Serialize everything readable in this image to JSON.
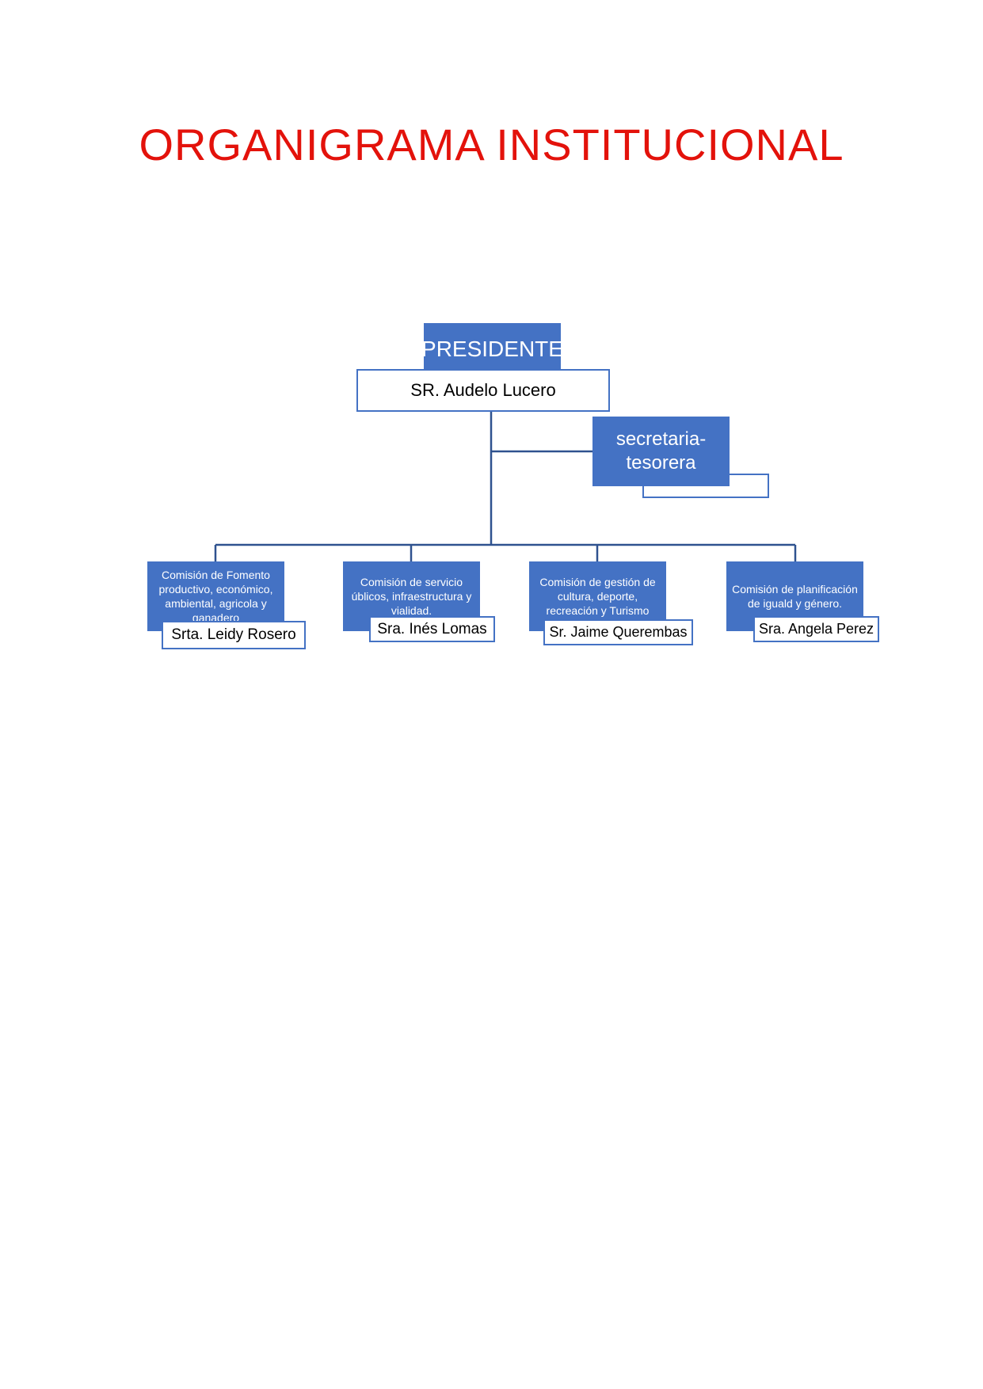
{
  "title": "ORGANIGRAMA INSTITUCIONAL",
  "colors": {
    "title": "#e3120b",
    "box": "#4472c4",
    "line": "#2f528f"
  },
  "president": {
    "role": "PRESIDENTE",
    "name": "SR. Audelo Lucero"
  },
  "secretary": {
    "role": "secretaria-\ntesorera"
  },
  "commissions": [
    {
      "title": "Comisión de Fomento productivo, económico, ambiental, agricola y ganadero",
      "name": "Srta. Leidy Rosero"
    },
    {
      "title": "Comisión de servicio úblicos, infraestructura y vialidad.",
      "name": "Sra. Inés Lomas"
    },
    {
      "title": "Comisión de gestión de cultura, deporte, recreación y Turismo",
      "name": "Sr. Jaime Querembas"
    },
    {
      "title": "Comisión de planificación de iguald y género.",
      "name": "Sra. Angela Perez"
    }
  ]
}
